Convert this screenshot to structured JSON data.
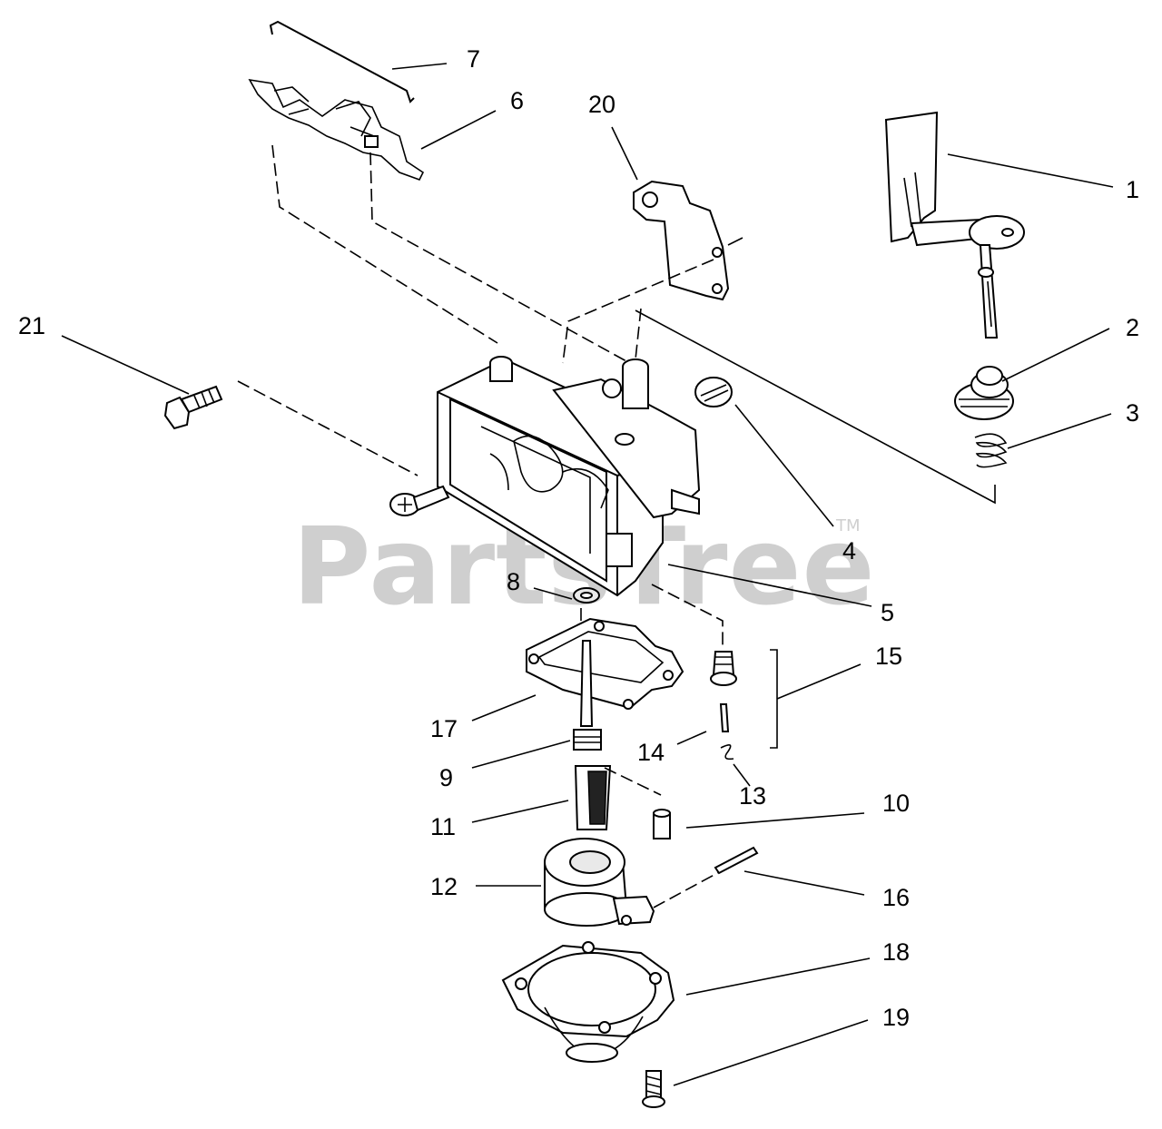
{
  "watermark": {
    "text": "PartsTree",
    "trademark": "TM"
  },
  "callouts": [
    "1",
    "2",
    "3",
    "4",
    "5",
    "6",
    "7",
    "8",
    "9",
    "10",
    "11",
    "12",
    "13",
    "14",
    "15",
    "16",
    "17",
    "18",
    "19",
    "20",
    "21"
  ],
  "colors": {
    "ink": "#000000",
    "watermark": "#cfcfcf",
    "background": "#ffffff"
  }
}
